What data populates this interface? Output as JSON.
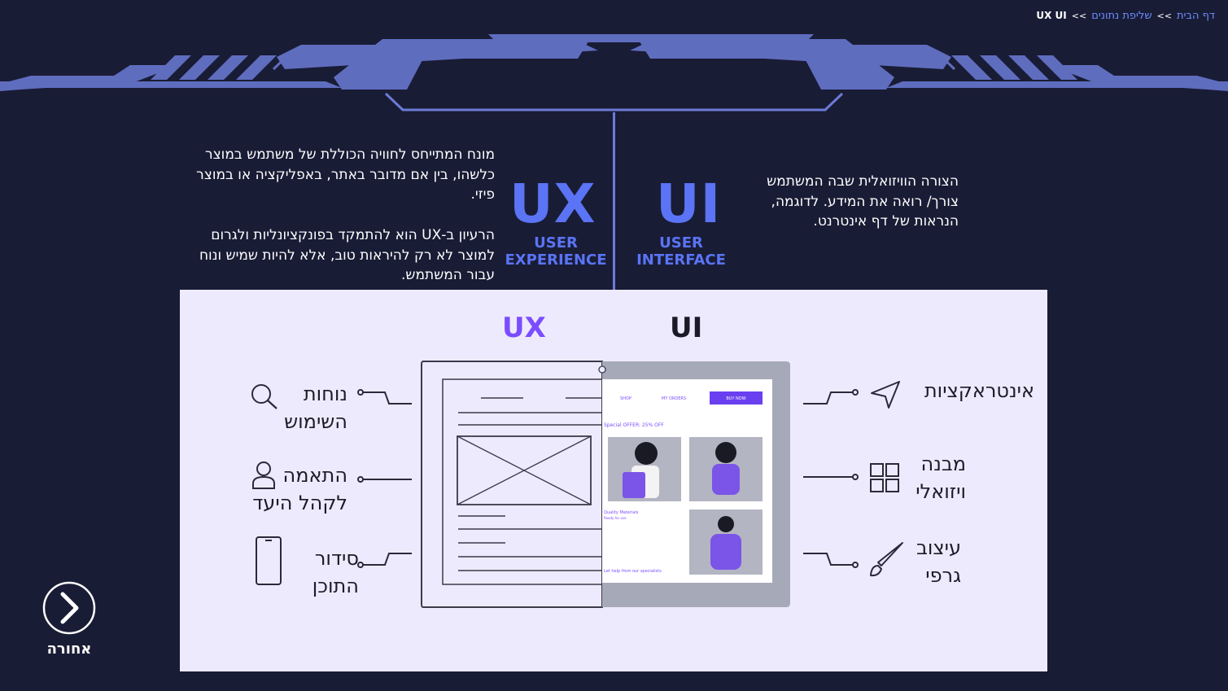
{
  "breadcrumb": {
    "home": "דף הבית",
    "section": "שליפת נתונים",
    "current": "UX UI",
    "separator": ">>"
  },
  "header": {
    "ux": {
      "abbr": "UX",
      "line1": "USER",
      "line2": "EXPERIENCE"
    },
    "ui": {
      "abbr": "UI",
      "line1": "USER",
      "line2": "INTERFACE"
    }
  },
  "ux_text": {
    "p1": "מונח המתייחס לחוויה הכוללת של משתמש במוצר כלשהו, בין אם מדובר באתר, באפליקציה או במוצר פיזי.",
    "p2": "הרעיון ב-UX הוא להתמקד בפונקציונליות ולגרום למוצר לא רק להיראות טוב, אלא להיות שמיש ונוח עבור המשתמש."
  },
  "ui_text": {
    "p1": "הצורה הוויזואלית שבה המשתמש צורך/ רואה את המידע. לדוגמה, הנראות של דף אינטרנט."
  },
  "diagram": {
    "ux_title": "UX",
    "ui_title": "UI",
    "ux_items": [
      {
        "line1": "נוחות",
        "line2": "השימוש",
        "icon": "search-icon"
      },
      {
        "line1": "התאמה",
        "line2": "לקהל היעד",
        "icon": "user-icon"
      },
      {
        "line1": "סידור",
        "line2": "התוכן",
        "icon": "phone-icon"
      }
    ],
    "ui_items": [
      {
        "line1": "אינטראקציות",
        "icon": "navigation-arrow-icon"
      },
      {
        "line1": "מבנה",
        "line2": "ויזואלי",
        "icon": "grid-icon"
      },
      {
        "line1": "עיצוב",
        "line2": "גרפי",
        "icon": "brush-icon"
      }
    ],
    "mock": {
      "nav1": "SHOP",
      "nav2": "MY ORDERS",
      "cta": "BUY NOW",
      "offer": "Special OFFER: 25% OFF",
      "quality1": "Quality Materials",
      "quality2": "Ready for use",
      "help": "Let help from our specialists"
    }
  },
  "nav": {
    "back_label": "אחורה"
  },
  "colors": {
    "background": "#191c35",
    "accent": "#5a74f5",
    "purple": "#7b4dff",
    "panel": "#eeeafd"
  }
}
